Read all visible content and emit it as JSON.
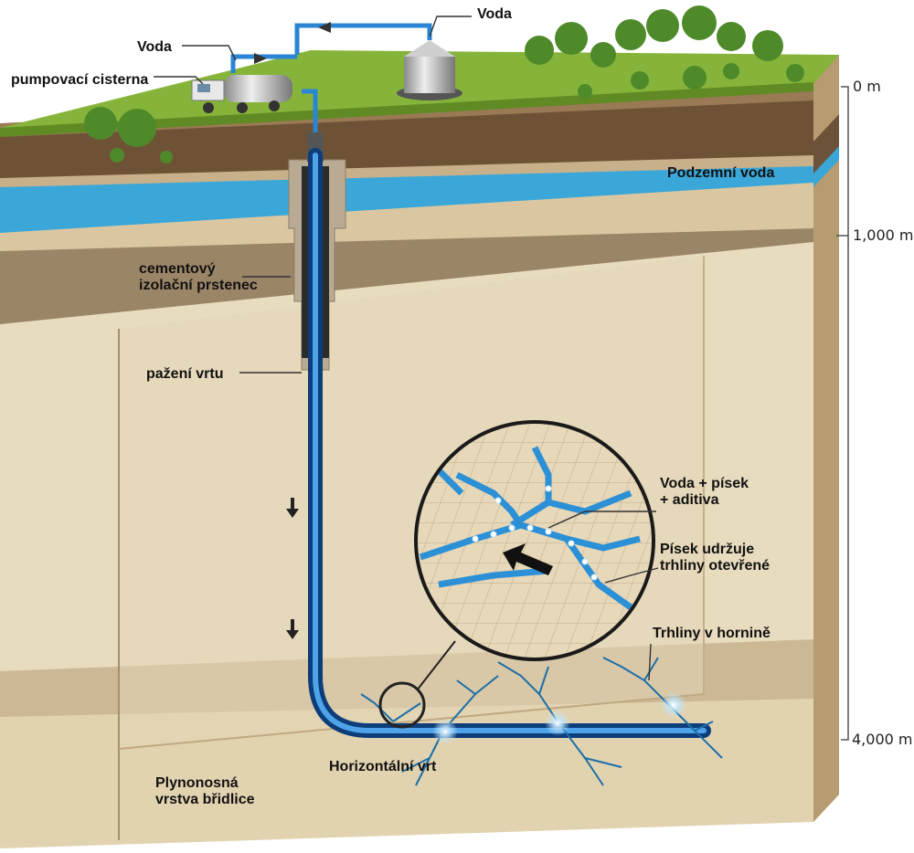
{
  "labels": {
    "voda_top": "Voda",
    "voda_left": "Voda",
    "pumpovaci_cisterna": "pumpovací cisterna",
    "podzemni_voda": "Podzemní voda",
    "cementovy_line1": "cementový",
    "cementovy_line2": "izolační prstenec",
    "pazeni_vrtu": "pažení vrtu",
    "voda_pisek_line1": "Voda + písek",
    "voda_pisek_line2": "+ aditiva",
    "pisek_line1": "Písek udržuje",
    "pisek_line2": "trhliny otevřené",
    "trhliny": "Trhliny v hornině",
    "horizontalni_vrt": "Horizontální vrt",
    "plynonosna_line1": "Plynonosná",
    "plynonosna_line2": "vrstva břidlice"
  },
  "depth_scale": {
    "top": "0 m",
    "mid": "1,000 m",
    "bottom": "4,000 m"
  },
  "colors": {
    "grass": "#86b43a",
    "soil_dark": "#8a6e4f",
    "soil_light": "#e8dcc0",
    "groundwater": "#3aa7d8",
    "shale": "#e6dab9",
    "pipe": "#1f6fc2"
  }
}
